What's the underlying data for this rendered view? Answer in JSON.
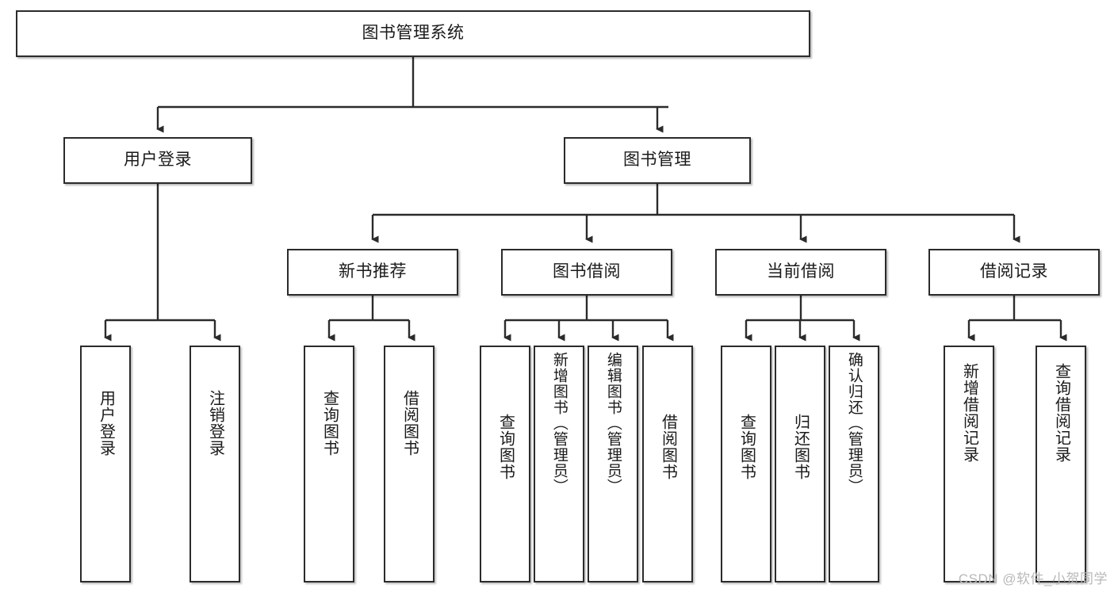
{
  "diagram": {
    "type": "tree",
    "title": "图书管理系统",
    "root": {
      "id": "root",
      "label": "图书管理系统"
    },
    "level1": [
      {
        "id": "user-login",
        "label": "用户登录"
      },
      {
        "id": "book-manage",
        "label": "图书管理"
      }
    ],
    "level2": [
      {
        "id": "new-book-rec",
        "label": "新书推荐"
      },
      {
        "id": "book-borrow",
        "label": "图书借阅"
      },
      {
        "id": "current-borrow",
        "label": "当前借阅"
      },
      {
        "id": "borrow-record",
        "label": "借阅记录"
      }
    ],
    "leaves": {
      "user_login": [
        {
          "id": "leaf-user-login",
          "label": "用户登录"
        },
        {
          "id": "leaf-logout",
          "label": "注销登录"
        }
      ],
      "new_book_rec": [
        {
          "id": "leaf-query-book-1",
          "label": "查询图书"
        },
        {
          "id": "leaf-borrow-book-1",
          "label": "借阅图书"
        }
      ],
      "book_borrow": [
        {
          "id": "leaf-query-book-2",
          "label": "查询图书"
        },
        {
          "id": "leaf-add-book",
          "label": "新增图书（管理员）"
        },
        {
          "id": "leaf-edit-book",
          "label": "编辑图书（管理员）"
        },
        {
          "id": "leaf-borrow-book-2",
          "label": "借阅图书"
        }
      ],
      "current_borrow": [
        {
          "id": "leaf-query-book-3",
          "label": "查询图书"
        },
        {
          "id": "leaf-return-book",
          "label": "归还图书"
        },
        {
          "id": "leaf-confirm-return",
          "label": "确认归还（管理员）"
        }
      ],
      "borrow_record": [
        {
          "id": "leaf-add-record",
          "label": "新增借阅记录"
        },
        {
          "id": "leaf-query-record",
          "label": "查询借阅记录"
        }
      ]
    }
  },
  "watermark": {
    "text": "CSDN @软件_小贺同学"
  },
  "colors": {
    "border": "#2b2b2b",
    "background": "#ffffff",
    "text": "#1a1a1a",
    "watermark": "#b8b8b8"
  }
}
